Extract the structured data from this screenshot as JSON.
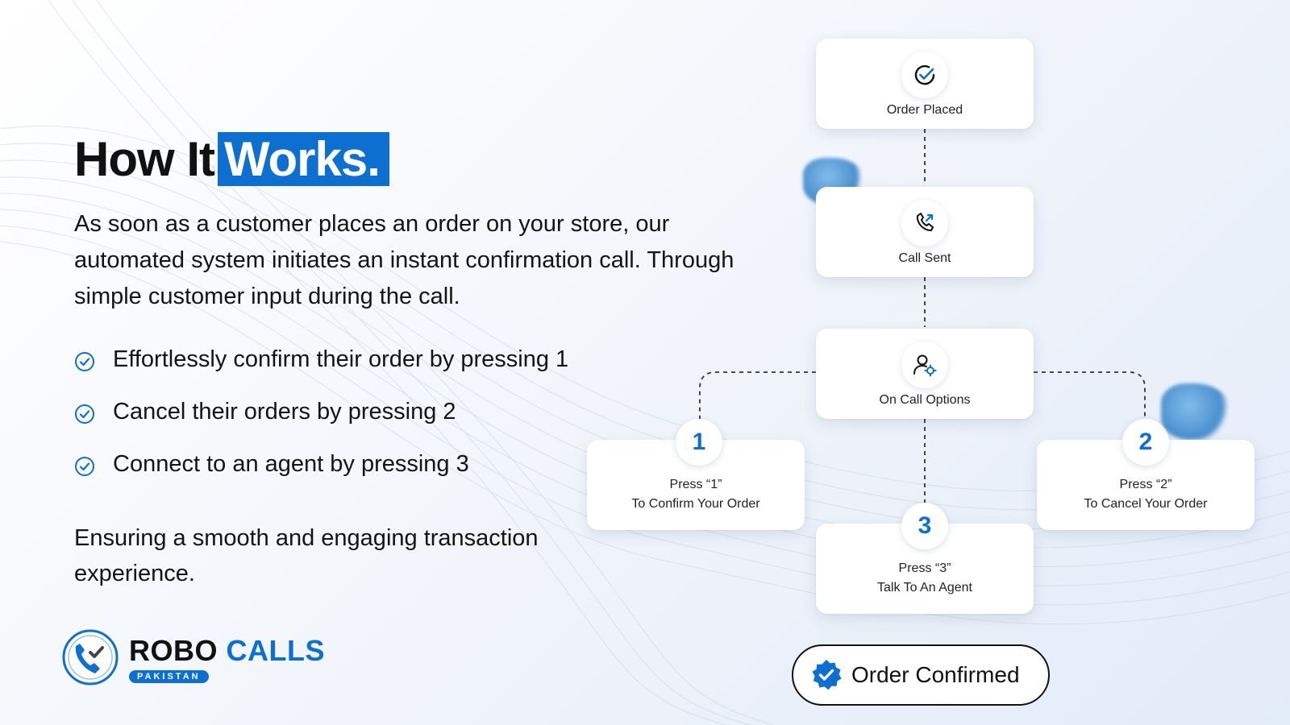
{
  "heading": {
    "prefix": "How It",
    "highlight": "Works."
  },
  "intro": "As soon as a customer places an order on your store, our automated system initiates an instant confirmation call. Through simple customer input during the call.",
  "bullets": [
    {
      "text": "Effortlessly confirm their order by pressing 1"
    },
    {
      "text": "Cancel their orders by pressing 2"
    },
    {
      "text": "Connect to an agent by pressing 3"
    }
  ],
  "outro": "Ensuring a smooth and engaging transaction experience.",
  "logo": {
    "word1": "ROBO",
    "word2": "CALLS",
    "sub": "PAKISTAN"
  },
  "flow": {
    "order_placed": {
      "label": "Order Placed",
      "icon": "check-circle-icon"
    },
    "call_sent": {
      "label": "Call Sent",
      "icon": "outgoing-call-icon"
    },
    "on_call_options": {
      "label": "On Call Options",
      "icon": "user-settings-icon"
    },
    "option1": {
      "number": "1",
      "line1": "Press “1”",
      "line2": "To Confirm Your Order"
    },
    "option2": {
      "number": "2",
      "line1": "Press “2”",
      "line2": "To Cancel Your Order"
    },
    "option3": {
      "number": "3",
      "line1": "Press “3”",
      "line2": "Talk To An Agent"
    }
  },
  "result": {
    "label": "Order Confirmed",
    "icon": "verified-badge-icon"
  },
  "colors": {
    "accent": "#0d6fd0",
    "text": "#141414",
    "card": "#ffffff"
  }
}
